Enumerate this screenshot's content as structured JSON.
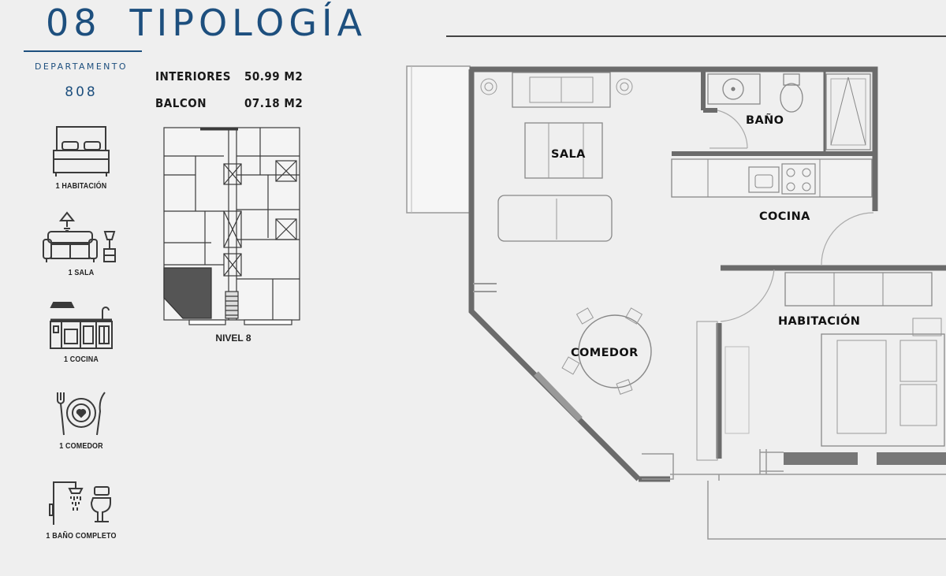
{
  "header": {
    "number": "08",
    "title": "TIPOLOGÍA"
  },
  "unit": {
    "label": "DEPARTAMENTO",
    "number": "808"
  },
  "areas": [
    {
      "label": "INTERIORES",
      "value": "50.99 M2"
    },
    {
      "label": "BALCON",
      "value": "07.18 M2"
    }
  ],
  "amenities": [
    {
      "icon": "bed-icon",
      "caption": "1 HABITACIÓN"
    },
    {
      "icon": "sofa-icon",
      "caption": "1 SALA"
    },
    {
      "icon": "kitchen-icon",
      "caption": "1 COCINA"
    },
    {
      "icon": "dining-plate-icon",
      "caption": "1 COMEDOR"
    },
    {
      "icon": "shower-toilet-icon",
      "caption": "1 BAÑO COMPLETO"
    }
  ],
  "keyplan": {
    "caption": "NIVEL 8"
  },
  "floorplan": {
    "rooms": {
      "sala": "SALA",
      "bano": "BAÑO",
      "cocina": "COCINA",
      "comedor": "COMEDOR",
      "habitacion": "HABITACIÓN"
    }
  },
  "colors": {
    "accent": "#1d4f7e",
    "wall": "#6b6b6b",
    "background": "#efefef"
  }
}
